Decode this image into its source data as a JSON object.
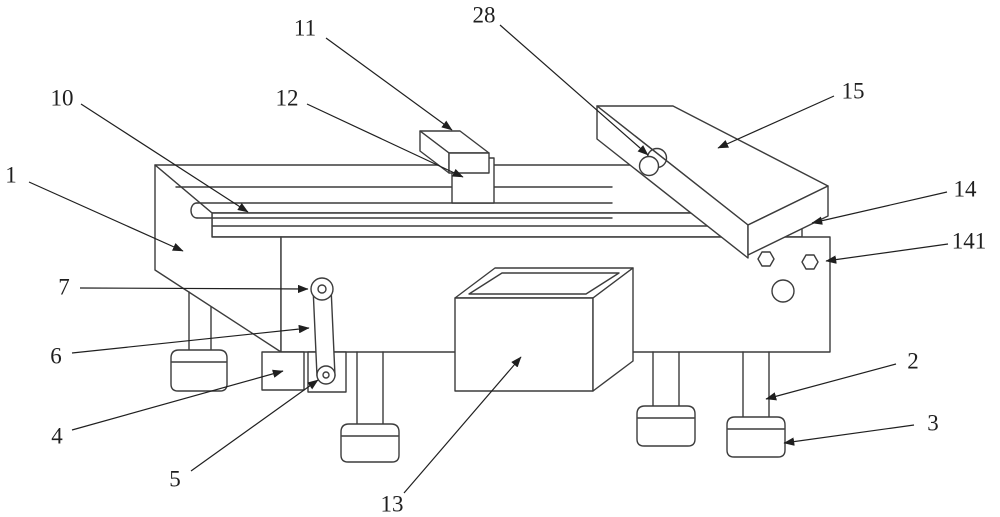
{
  "figure": {
    "background": "#ffffff",
    "line_color": "#3c3c3c",
    "label_color": "#1f1f1f"
  },
  "labels": [
    {
      "id": "1",
      "text": "1"
    },
    {
      "id": "2",
      "text": "2"
    },
    {
      "id": "3",
      "text": "3"
    },
    {
      "id": "4",
      "text": "4"
    },
    {
      "id": "5",
      "text": "5"
    },
    {
      "id": "6",
      "text": "6"
    },
    {
      "id": "7",
      "text": "7"
    },
    {
      "id": "10",
      "text": "10"
    },
    {
      "id": "11",
      "text": "11"
    },
    {
      "id": "12",
      "text": "12"
    },
    {
      "id": "13",
      "text": "13"
    },
    {
      "id": "14",
      "text": "14"
    },
    {
      "id": "141",
      "text": "141"
    },
    {
      "id": "15",
      "text": "15"
    },
    {
      "id": "28",
      "text": "28"
    }
  ]
}
